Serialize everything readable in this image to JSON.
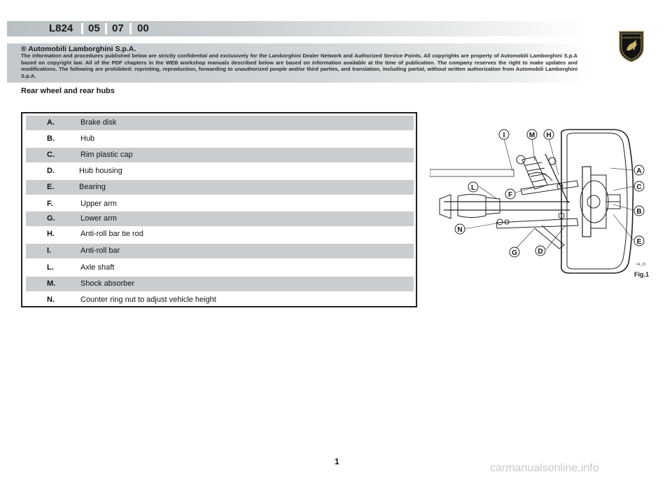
{
  "header": {
    "codes": [
      "L824",
      "05",
      "07",
      "00"
    ],
    "company": "® Automobili Lamborghini S.p.A.",
    "disclaimer": "The information and procedures published below are strictly confidential and exclusively for the Lamborghini Dealer Network and Authorized Service Points. All copyrights are property of Automobili Lamborghini S.p.A based on copyright law. All of the PDF chapters in the WEB workshop manuals described below are based on information available at the time of publication. The company reserves the right to make updates and modifications. The following are prohibited: reprinting, reproduction, forwarding to unauthorized people and/or third parties, and translation, including partial, without written authorization from Automobili Lamborghini S.p.A.",
    "logo_icon": "lamborghini-bull-shield-icon",
    "logo_text": "LAMBORGHINI"
  },
  "section_title": "Rear wheel and rear hubs",
  "legend": [
    {
      "letter": "A.",
      "text": "Brake disk"
    },
    {
      "letter": "B.",
      "text": "Hub"
    },
    {
      "letter": "C.",
      "text": "Rim plastic cap"
    },
    {
      "letter": "D.",
      "text": "Hub housing"
    },
    {
      "letter": "E.",
      "text": "Bearing"
    },
    {
      "letter": "F.",
      "text": "Upper arm"
    },
    {
      "letter": "G.",
      "text": "Lower arm"
    },
    {
      "letter": "H.",
      "text": "Anti-roll bar tie rod"
    },
    {
      "letter": "I.",
      "text": "Anti-roll bar"
    },
    {
      "letter": "L.",
      "text": "Axle shaft"
    },
    {
      "letter": "M.",
      "text": "Shock absorber"
    },
    {
      "letter": "N.",
      "text": "Counter ring nut to adjust vehicle  height"
    }
  ],
  "diagram": {
    "callouts": [
      "I",
      "M",
      "H",
      "A",
      "C",
      "L",
      "F",
      "B",
      "N",
      "E",
      "G",
      "D"
    ],
    "ref": "44_05",
    "fig_label": "Fig.1"
  },
  "page_number": "1",
  "watermark": "carmanualsonline.info"
}
